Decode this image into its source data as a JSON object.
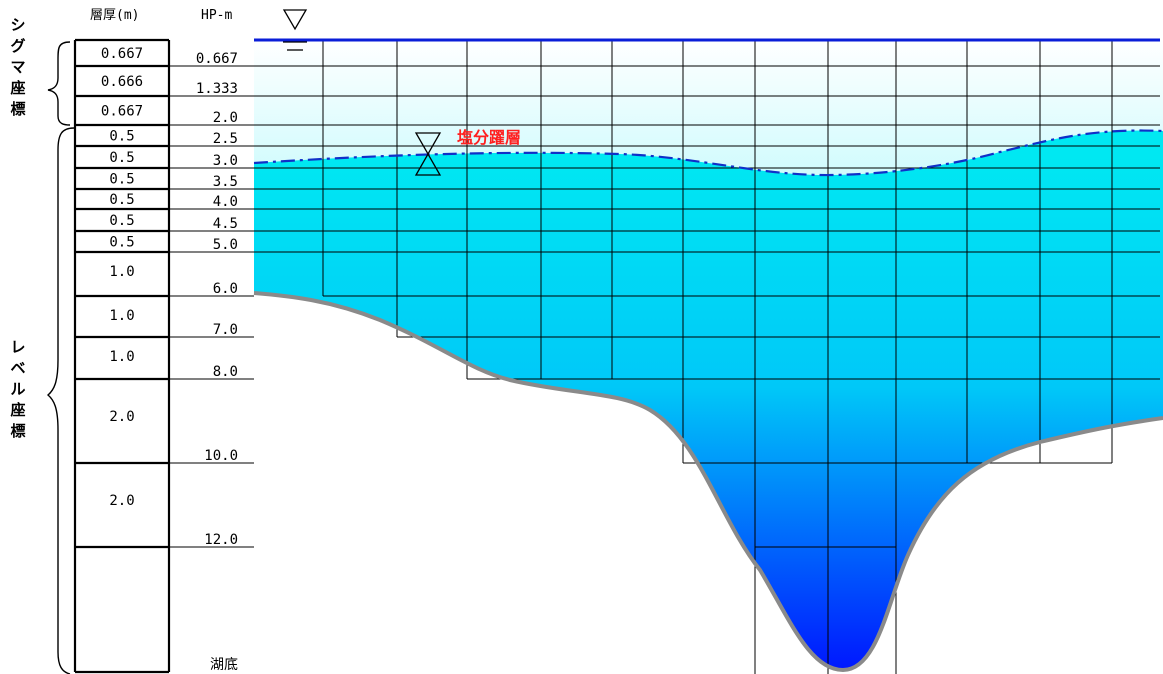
{
  "headers": {
    "thickness": "層厚(m)",
    "level": "HP-m"
  },
  "side_labels": {
    "sigma": "シグマ座標",
    "level": "レベル座標"
  },
  "halocline_label": "塩分躍層",
  "layers": [
    {
      "thickness": "0.667",
      "depth": "0.667"
    },
    {
      "thickness": "0.666",
      "depth": "1.333"
    },
    {
      "thickness": "0.667",
      "depth": "2.0"
    },
    {
      "thickness": "0.5",
      "depth": "2.5"
    },
    {
      "thickness": "0.5",
      "depth": "3.0"
    },
    {
      "thickness": "0.5",
      "depth": "3.5"
    },
    {
      "thickness": "0.5",
      "depth": "4.0"
    },
    {
      "thickness": "0.5",
      "depth": "4.5"
    },
    {
      "thickness": "0.5",
      "depth": "5.0"
    },
    {
      "thickness": "1.0",
      "depth": "6.0"
    },
    {
      "thickness": "1.0",
      "depth": "7.0"
    },
    {
      "thickness": "1.0",
      "depth": "8.0"
    },
    {
      "thickness": "2.0",
      "depth": "10.0"
    },
    {
      "thickness": "2.0",
      "depth": "12.0"
    },
    {
      "thickness": "",
      "depth": "湖底"
    }
  ],
  "colors": {
    "surface_line": "#0a1ed8",
    "upper_layer_top": "#ffffff",
    "upper_layer_bottom": "#d2fbfd",
    "lower_layer_top": "#00e8f2",
    "lower_layer_bottom": "#0016ff",
    "halocline_line": "#1030c8",
    "bed_line": "#8a8a8a",
    "grid_line": "#000000",
    "halocline_text": "#ff2020"
  }
}
